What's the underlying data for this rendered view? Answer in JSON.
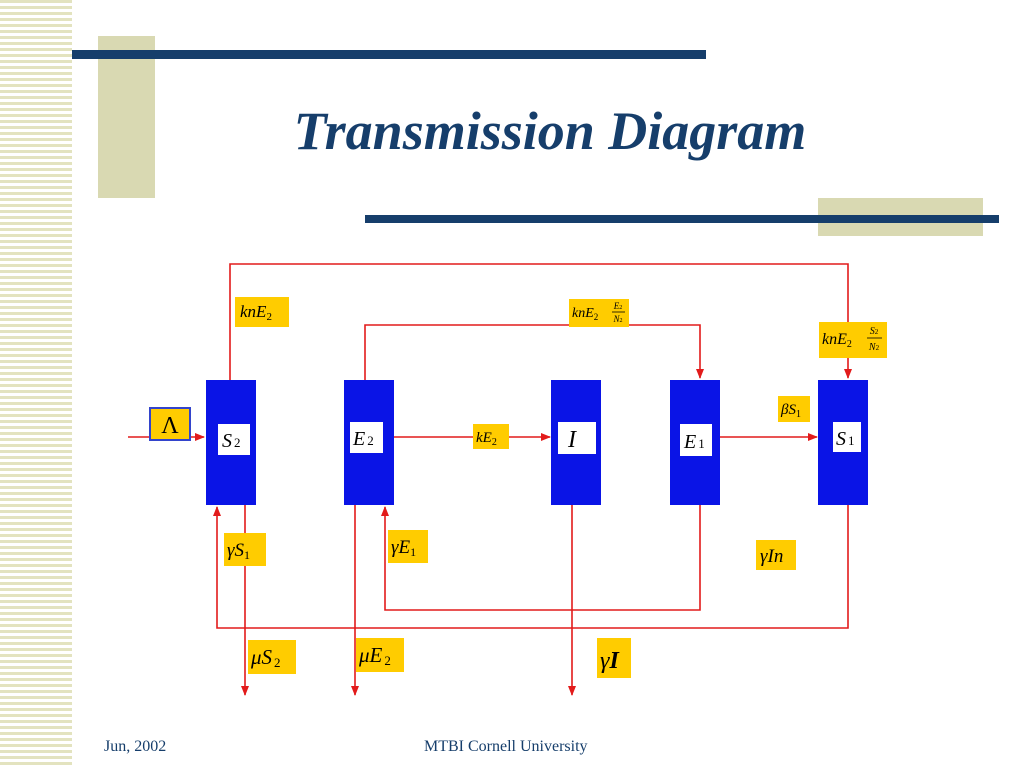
{
  "title": "Transmission Diagram",
  "footer": {
    "date": "Jun, 2002",
    "org": "MTBI Cornell University"
  },
  "colors": {
    "navy": "#163e6b",
    "tan": "#d9d9b2",
    "box": "#0a14e6",
    "arrow": "#e21b1b",
    "label": "#ffcc00"
  },
  "compartments": {
    "s2": {
      "main": "S",
      "sub": "2"
    },
    "e2": {
      "main": "E",
      "sub": "2"
    },
    "i": {
      "main": "I"
    },
    "e1": {
      "main": "E",
      "sub": "1"
    },
    "s1": {
      "main": "S",
      "sub": "1"
    }
  },
  "inflow": {
    "symbol": "Λ"
  },
  "rates": {
    "knE2_top": {
      "a": "knE",
      "s": "2"
    },
    "knE2_mid": {
      "a": "knE",
      "s": "2",
      "fn": "E",
      "fns": "2",
      "fd": "N",
      "fds": "2"
    },
    "knE2_right": {
      "a": "knE",
      "s": "2",
      "fn": "S",
      "fns": "2",
      "fd": "N",
      "fds": "2"
    },
    "kE2": {
      "a": "kE",
      "s": "2"
    },
    "betaS1": {
      "g": "β",
      "a": "S",
      "s": "1"
    },
    "gammaS1": {
      "g": "γ",
      "a": "S",
      "s": "1"
    },
    "gammaE1": {
      "g": "γ",
      "a": "E",
      "s": "1"
    },
    "gammaIn": {
      "g": "γ",
      "a": "In"
    },
    "muS2": {
      "g": "μ",
      "a": "S",
      "s": "2"
    },
    "muE2": {
      "g": "μ",
      "a": "E",
      "s": "2"
    },
    "gammaI": {
      "g": "γ",
      "a": "I"
    }
  }
}
